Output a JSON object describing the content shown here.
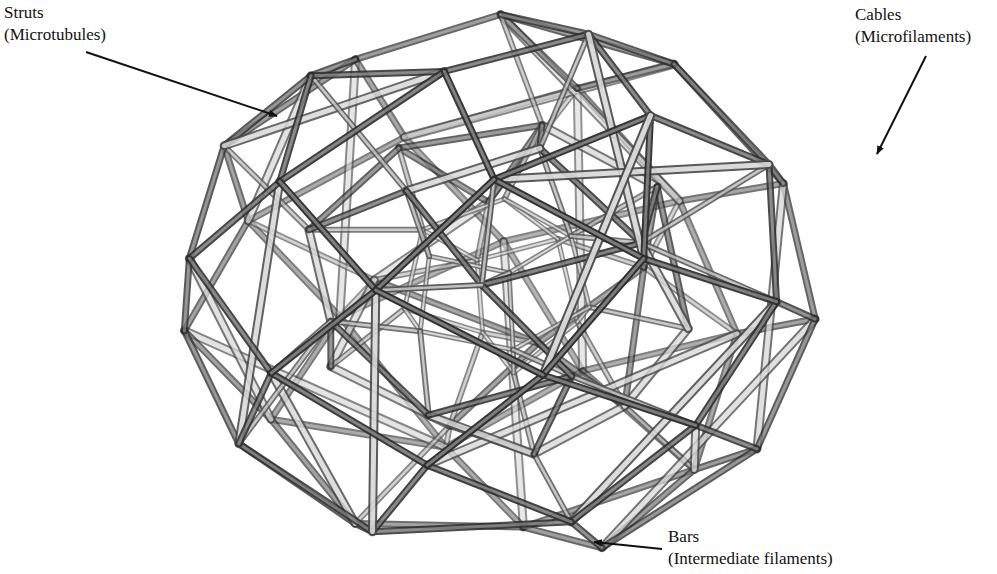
{
  "diagram": {
    "labels": [
      "Struts (Microtubules)",
      "Cables (Microfilaments)",
      "Bars (Intermediate filaments)"
    ]
  }
}
